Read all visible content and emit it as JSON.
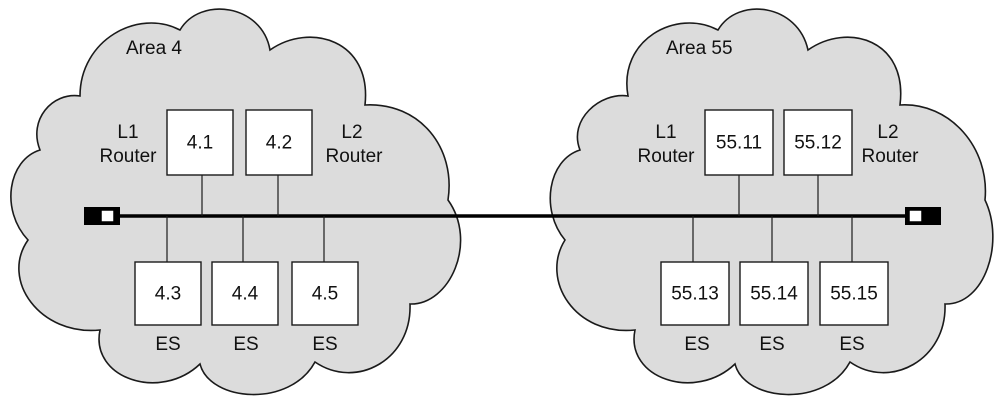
{
  "areas": {
    "left": {
      "title": "Area 4"
    },
    "right": {
      "title": "Area 55"
    }
  },
  "routers": {
    "left_l1": {
      "line1": "L1",
      "line2": "Router",
      "address": "4.1"
    },
    "left_l2": {
      "line1": "L2",
      "line2": "Router",
      "address": "4.2"
    },
    "right_l1": {
      "line1": "L1",
      "line2": "Router",
      "address": "55.11"
    },
    "right_l2": {
      "line1": "L2",
      "line2": "Router",
      "address": "55.12"
    }
  },
  "end_systems": {
    "left": [
      {
        "address": "4.3",
        "label": "ES"
      },
      {
        "address": "4.4",
        "label": "ES"
      },
      {
        "address": "4.5",
        "label": "ES"
      }
    ],
    "right": [
      {
        "address": "55.13",
        "label": "ES"
      },
      {
        "address": "55.14",
        "label": "ES"
      },
      {
        "address": "55.15",
        "label": "ES"
      }
    ]
  },
  "colors": {
    "cloud_fill": "#dcdcdc",
    "outline": "#1a1a1a",
    "box_fill": "#ffffff"
  }
}
